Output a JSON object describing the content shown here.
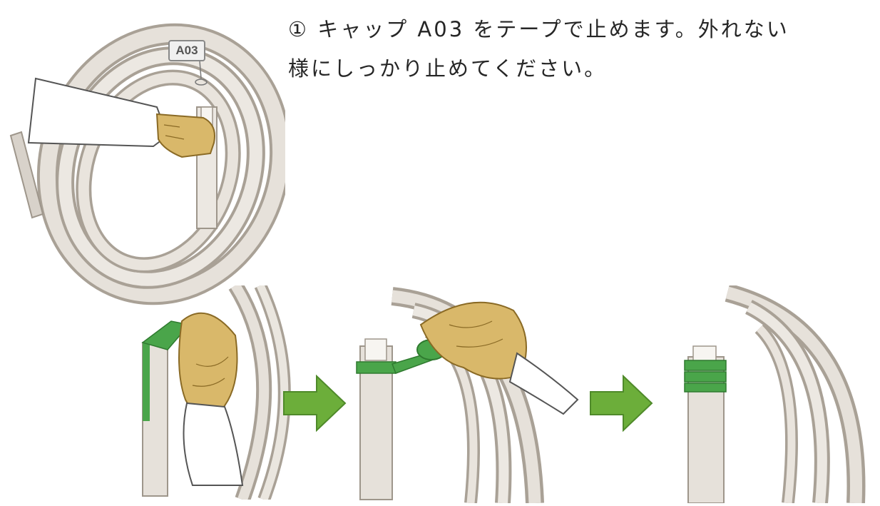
{
  "instruction": {
    "line1": "① キャップ A03 をテープで止めます。外れない",
    "line2": "様にしっかり止めてください。"
  },
  "part_label": "A03",
  "colors": {
    "hose": "#dcd6ce",
    "hose_shadow": "#a9a196",
    "glove": "#d9b86a",
    "glove_shadow": "#b58f3e",
    "tape": "#4aa54a",
    "arrow": "#6cae3a",
    "arrow_stroke": "#4f8a2a",
    "sleeve": "#ffffff"
  }
}
